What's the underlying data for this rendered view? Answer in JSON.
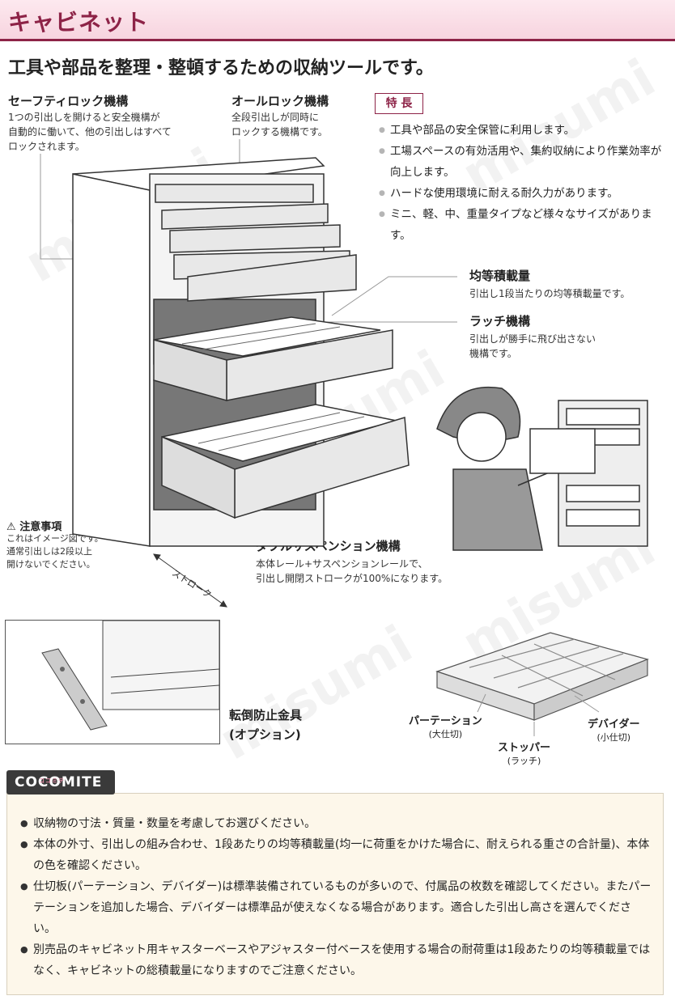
{
  "header": {
    "title": "キャビネット"
  },
  "headline": "工具や部品を整理・整頓するための収納ツールです。",
  "labels": {
    "safety_lock": {
      "title": "セーフティロック機構",
      "text": "1つの引出しを開けると安全機構が\n自動的に働いて、他の引出しはすべて\nロックされます。"
    },
    "all_lock": {
      "title": "オールロック機構",
      "text": "全段引出しが同時に\nロックする機構です。"
    },
    "uniform_load": {
      "title": "均等積載量",
      "text": "引出し1段当たりの均等積載量です。"
    },
    "latch": {
      "title": "ラッチ機構",
      "text": "引出しが勝手に飛び出さない\n機構です。"
    },
    "double_suspension": {
      "title": "ダブルサスペンション機構",
      "text": "本体レール+サスペンションレールで、\n引出し開閉ストロークが100%になります。"
    },
    "stroke": "ストローク",
    "caution": {
      "title": "注意事項",
      "text": "これはイメージ図です。\n通常引出しは2段以上\n開けないでください。"
    },
    "tip_stopper": {
      "line1": "転倒防止金具",
      "line2": "(オプション)"
    },
    "partition": {
      "title": "パーテーション",
      "sub": "(大仕切)"
    },
    "stopper": {
      "title": "ストッパー",
      "sub": "(ラッチ)"
    },
    "divider": {
      "title": "デバイダー",
      "sub": "(小仕切)"
    }
  },
  "features": {
    "badge": "特 長",
    "items": [
      "工具や部品の安全保管に利用します。",
      "工場スペースの有効活用や、集約収納により作業効率が向上します。",
      "ハードな使用環境に耐える耐久力があります。",
      "ミニ、軽、中、重量タイプなど様々なサイズがあります。"
    ]
  },
  "cocomite": {
    "logo": "COCOMITE",
    "logo_small": "ココミテ",
    "items": [
      "収納物の寸法・質量・数量を考慮してお選びください。",
      "本体の外寸、引出しの組み合わせ、1段あたりの均等積載量(均一に荷重をかけた場合に、耐えられる重さの合計量)、本体の色を確認ください。",
      "仕切板(パーテーション、デバイダー)は標準装備されているものが多いので、付属品の枚数を確認してください。またパーテーションを追加した場合、デバイダーは標準品が使えなくなる場合があります。適合した引出し高さを選んでください。",
      "別売品のキャビネット用キャスターベースやアジャスター付ベースを使用する場合の耐荷重は1段あたりの均等積載量ではなく、キャビネットの総積載量になりますのでご注意ください。"
    ]
  },
  "watermark": "misumi"
}
